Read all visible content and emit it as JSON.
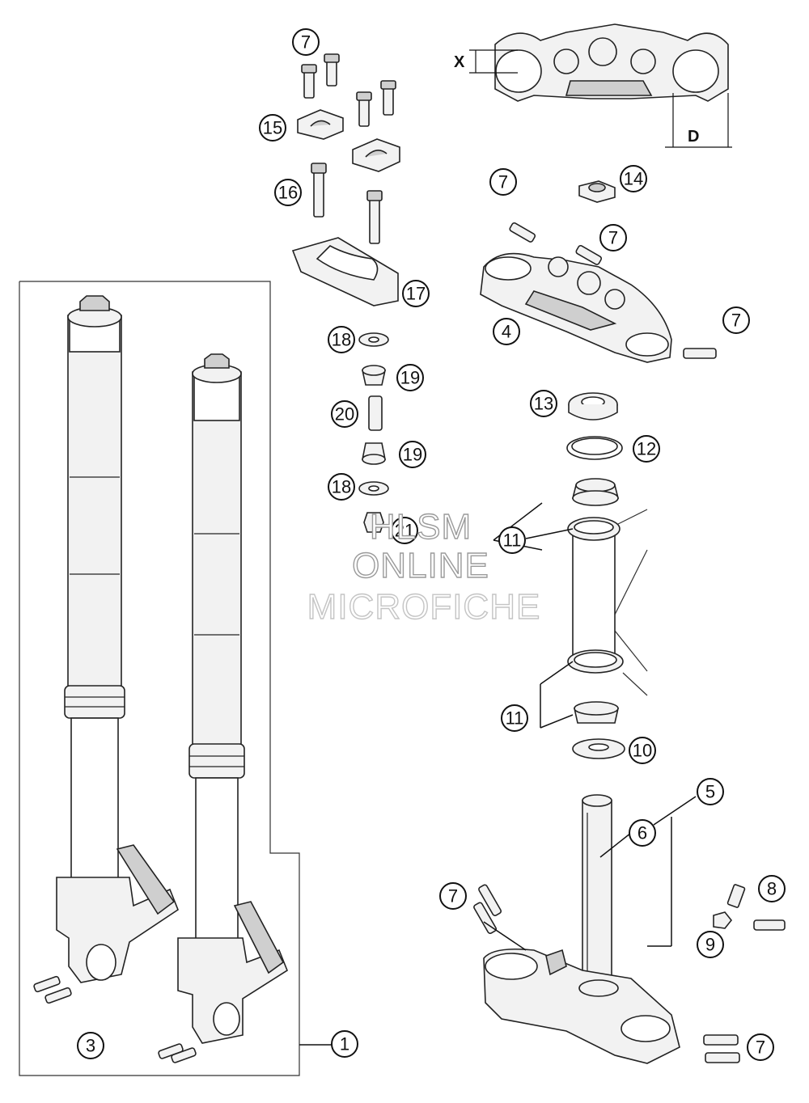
{
  "callouts": {
    "c1": "1",
    "c3": "3",
    "c4": "4",
    "c5": "5",
    "c6": "6",
    "c7": "7",
    "c8": "8",
    "c9": "9",
    "c10": "10",
    "c11": "11",
    "c12": "12",
    "c13": "13",
    "c14": "14",
    "c15": "15",
    "c16": "16",
    "c17": "17",
    "c18": "18",
    "c19": "19",
    "c20": "20",
    "c21": "21"
  },
  "dimensions": {
    "x_label": "X",
    "d_label": "D"
  },
  "watermark": {
    "line1": "HLSM",
    "line2": "ONLINE",
    "line3": "MICROFICHE"
  }
}
